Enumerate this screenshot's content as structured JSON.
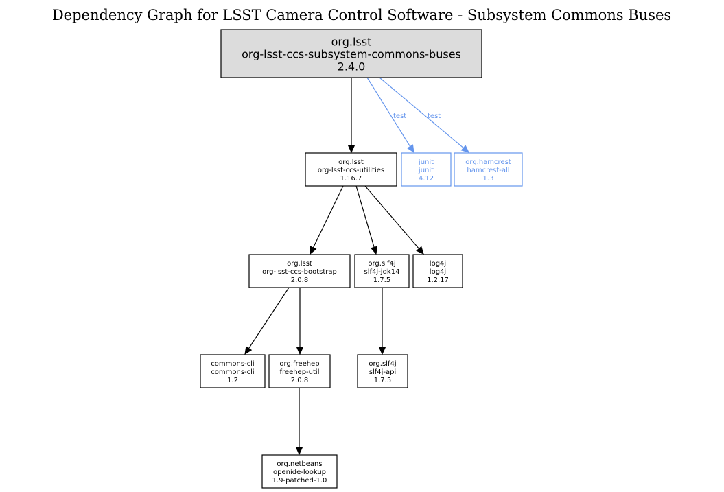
{
  "title": "Dependency Graph for LSST Camera Control Software - Subsystem Commons Buses",
  "colors": {
    "root_fill": "#dcdcdc",
    "compile": "#000000",
    "test": "#6495ed"
  },
  "nodes": [
    {
      "id": "root",
      "group": "org.lsst",
      "artifact": "org-lsst-ccs-subsystem-commons-buses",
      "version": "2.4.0",
      "kind": "root"
    },
    {
      "id": "utilities",
      "group": "org.lsst",
      "artifact": "org-lsst-ccs-utilities",
      "version": "1.16.7",
      "kind": "normal"
    },
    {
      "id": "junit",
      "group": "junit",
      "artifact": "junit",
      "version": "4.12",
      "kind": "test"
    },
    {
      "id": "hamcrest",
      "group": "org.hamcrest",
      "artifact": "hamcrest-all",
      "version": "1.3",
      "kind": "test"
    },
    {
      "id": "bootstrap",
      "group": "org.lsst",
      "artifact": "org-lsst-ccs-bootstrap",
      "version": "2.0.8",
      "kind": "normal"
    },
    {
      "id": "slf4j-jdk14",
      "group": "org.slf4j",
      "artifact": "slf4j-jdk14",
      "version": "1.7.5",
      "kind": "normal"
    },
    {
      "id": "log4j",
      "group": "log4j",
      "artifact": "log4j",
      "version": "1.2.17",
      "kind": "normal"
    },
    {
      "id": "commons-cli",
      "group": "commons-cli",
      "artifact": "commons-cli",
      "version": "1.2",
      "kind": "normal"
    },
    {
      "id": "freehep-util",
      "group": "org.freehep",
      "artifact": "freehep-util",
      "version": "2.0.8",
      "kind": "normal"
    },
    {
      "id": "slf4j-api",
      "group": "org.slf4j",
      "artifact": "slf4j-api",
      "version": "1.7.5",
      "kind": "normal"
    },
    {
      "id": "openide-lookup",
      "group": "org.netbeans",
      "artifact": "openide-lookup",
      "version": "1.9-patched-1.0",
      "kind": "normal"
    }
  ],
  "edges": [
    {
      "from": "root",
      "to": "utilities",
      "scope": "compile",
      "label": ""
    },
    {
      "from": "root",
      "to": "junit",
      "scope": "test",
      "label": "test"
    },
    {
      "from": "root",
      "to": "hamcrest",
      "scope": "test",
      "label": "test"
    },
    {
      "from": "utilities",
      "to": "bootstrap",
      "scope": "compile",
      "label": ""
    },
    {
      "from": "utilities",
      "to": "slf4j-jdk14",
      "scope": "compile",
      "label": ""
    },
    {
      "from": "utilities",
      "to": "log4j",
      "scope": "compile",
      "label": ""
    },
    {
      "from": "bootstrap",
      "to": "commons-cli",
      "scope": "compile",
      "label": ""
    },
    {
      "from": "bootstrap",
      "to": "freehep-util",
      "scope": "compile",
      "label": ""
    },
    {
      "from": "slf4j-jdk14",
      "to": "slf4j-api",
      "scope": "compile",
      "label": ""
    },
    {
      "from": "freehep-util",
      "to": "openide-lookup",
      "scope": "compile",
      "label": ""
    }
  ]
}
